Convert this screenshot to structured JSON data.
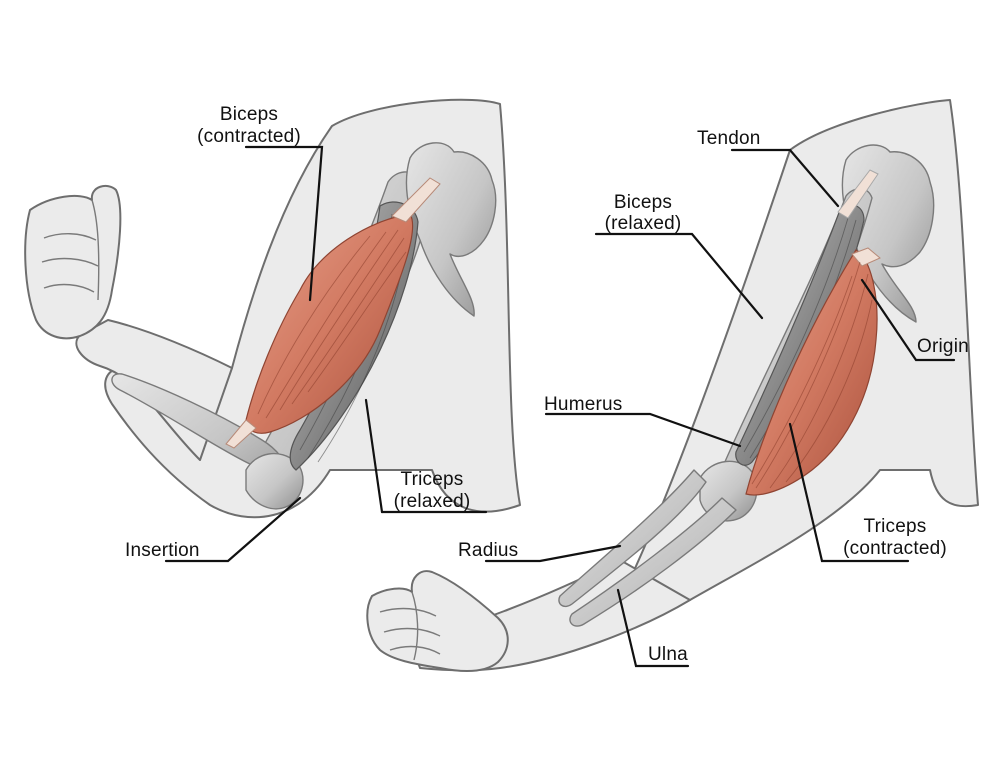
{
  "colors": {
    "skin_fill": "#ebebeb",
    "skin_outline": "#6e6e6e",
    "bone_fill": "#d2d2d2",
    "bone_shade": "#a8a8a8",
    "bone_outline": "#7a7a7a",
    "muscle_contracted": "#d9826c",
    "muscle_contracted_dark": "#b25a45",
    "muscle_relaxed": "#8e8e8e",
    "muscle_relaxed_dark": "#555555",
    "tendon": "#f1e0d6",
    "text": "#111111"
  },
  "left_arm": {
    "labels": {
      "biceps_line1": "Biceps",
      "biceps_line2": "(contracted)",
      "triceps_line1": "Triceps",
      "triceps_line2": "(relaxed)",
      "insertion": "Insertion"
    }
  },
  "right_arm": {
    "labels": {
      "tendon": "Tendon",
      "biceps_line1": "Biceps",
      "biceps_line2": "(relaxed)",
      "origin": "Origin",
      "humerus": "Humerus",
      "radius": "Radius",
      "triceps_line1": "Triceps",
      "triceps_line2": "(contracted)",
      "ulna": "Ulna"
    }
  }
}
